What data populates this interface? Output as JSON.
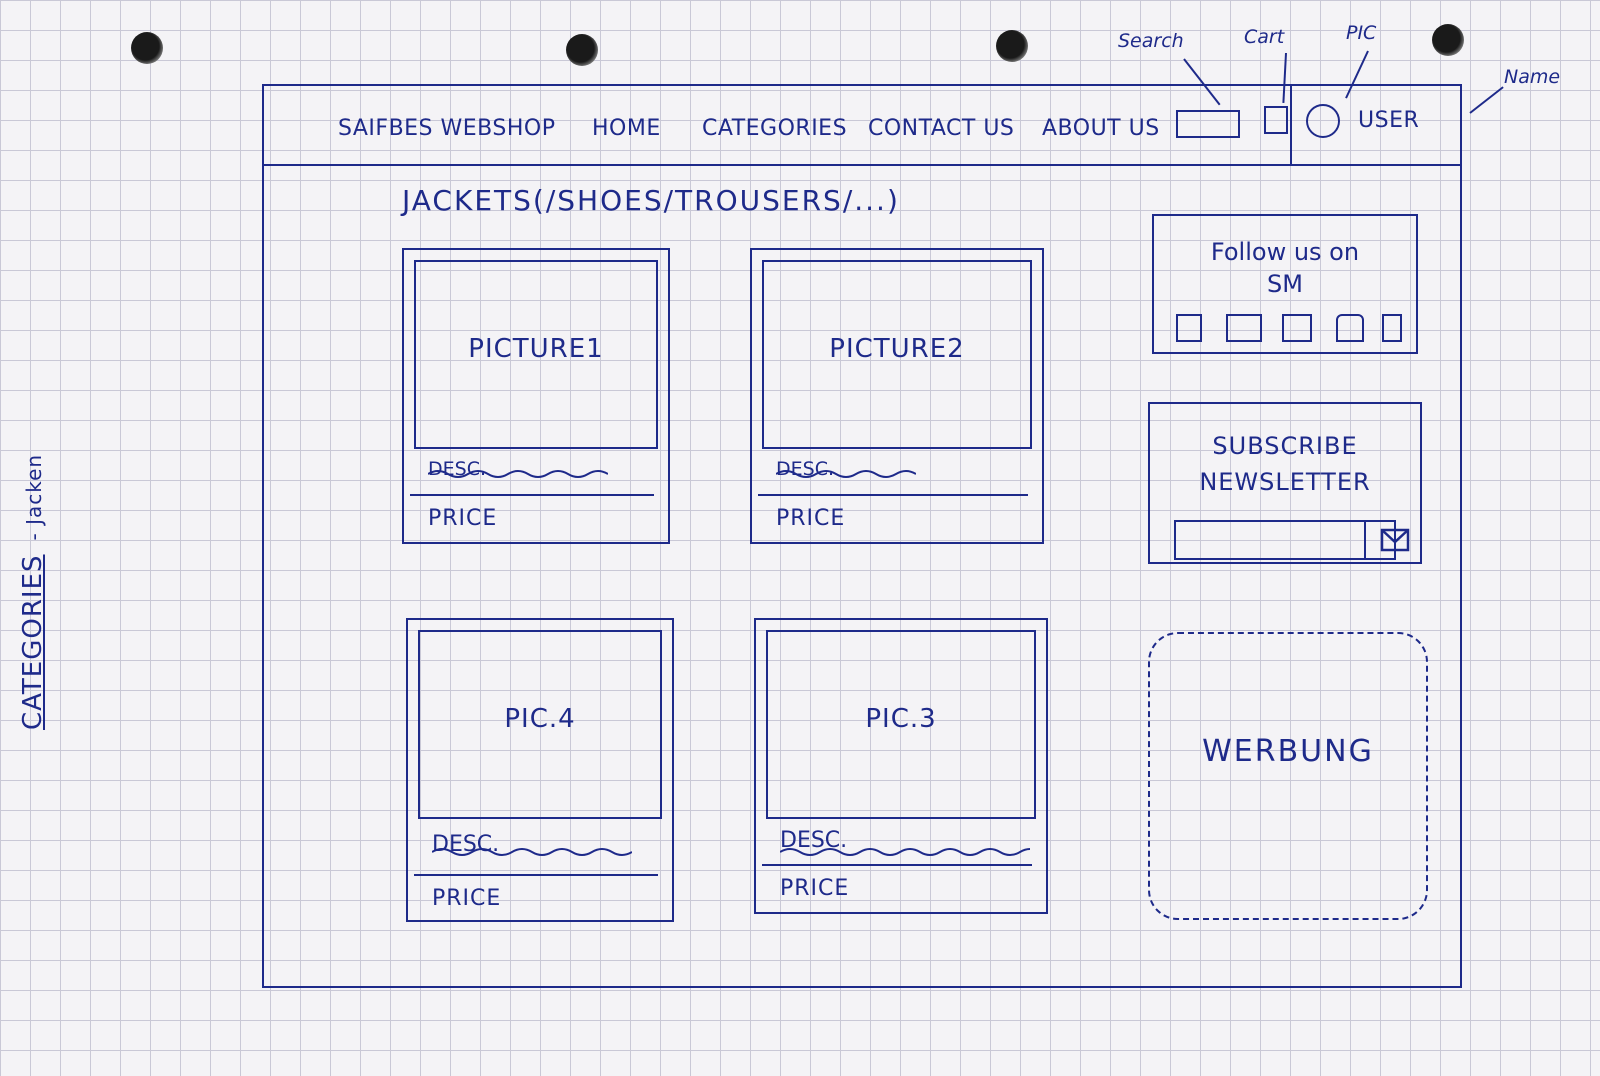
{
  "side_label": {
    "main": "CATEGORIES",
    "sub": "- Jacken"
  },
  "annotations": {
    "search": "Search",
    "cart": "Cart",
    "pic": "PIC",
    "name": "Name"
  },
  "nav": {
    "logo": "SAIFBES WEBSHOP",
    "home": "HOME",
    "categories": "CATEGORIES",
    "contact": "CONTACT US",
    "about": "ABOUT US",
    "user": "USER"
  },
  "heading": "JACKETS(/SHOES/TROUSERS/...)",
  "products": [
    {
      "picture": "PICTURE1",
      "desc": "DESC.",
      "price": "PRICE"
    },
    {
      "picture": "PICTURE2",
      "desc": "DESC.",
      "price": "PRICE"
    },
    {
      "picture": "PIC.4",
      "desc": "DESC.",
      "price": "PRICE"
    },
    {
      "picture": "PIC.3",
      "desc": "DESC.",
      "price": "PRICE"
    }
  ],
  "social": {
    "title_line1": "Follow us on",
    "title_line2": "SM"
  },
  "newsletter": {
    "title_line1": "SUBSCRIBE",
    "title_line2": "NEWSLETTER",
    "button_icon": "envelope-icon"
  },
  "ad": {
    "label": "WERBUNG"
  },
  "colors": {
    "ink": "#1e2a8a",
    "paper": "#f4f3f6",
    "grid": "#c9c8d6"
  }
}
